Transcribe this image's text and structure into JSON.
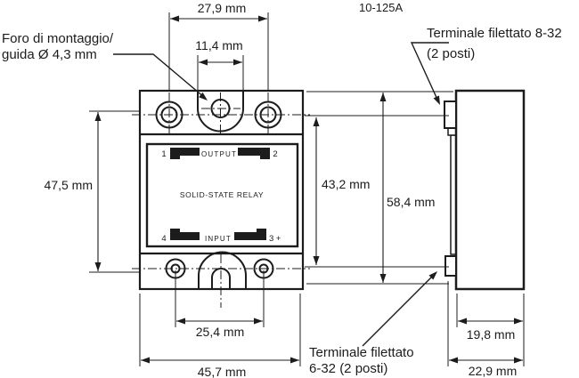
{
  "title": "10-125A",
  "colors": {
    "line": "#1c1c1c",
    "background": "#ffffff"
  },
  "callouts": {
    "mounting_hole": {
      "line1": "Foro di montaggio/",
      "line2": "guida Ø 4,3 mm"
    },
    "terminal_8_32": {
      "line1": "Terminale filettato 8-32",
      "line2": "(2 posti)"
    },
    "terminal_6_32": {
      "line1": "Terminale filettato",
      "line2": "6-32 (2 posti)"
    }
  },
  "dimensions": {
    "top_hole_spacing": "27,9 mm",
    "slot_width": "11,4 mm",
    "mounting_hole_vertical_spacing": "47,5 mm",
    "terminal_vertical_spacing": "43,2 mm",
    "overall_height": "58,4 mm",
    "bottom_hole_spacing": "25,4 mm",
    "overall_width": "45,7 mm",
    "body_depth": "19,8 mm",
    "overall_depth": "22,9 mm"
  },
  "relay_face": {
    "brand": "SOLID-STATE RELAY",
    "output_label": "OUTPUT",
    "input_label": "INPUT",
    "terminal_1": "1",
    "terminal_2": "2",
    "terminal_3": "3 +",
    "terminal_4": "4"
  }
}
